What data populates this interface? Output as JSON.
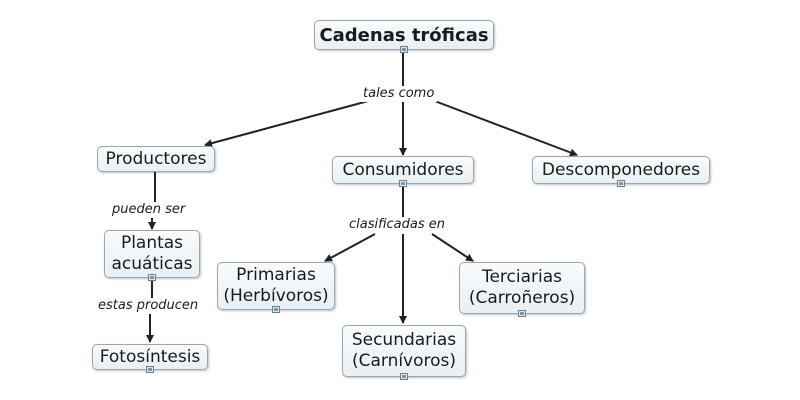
{
  "concept_map": {
    "root": "Cadenas tróficas",
    "links": {
      "root_to_categories": "tales como",
      "producers_to_plants": "pueden ser",
      "plants_to_photosynthesis": "estas producen",
      "consumers_to_types": "clasificadas en"
    },
    "nodes": {
      "productores": "Productores",
      "consumidores": "Consumidores",
      "descomponedores": "Descomponedores",
      "plantas": "Plantas\nacuáticas",
      "fotosintesis": "Fotosíntesis",
      "primarias": "Primarias\n(Herbívoros)",
      "secundarias": "Secundarias\n(Carnívoros)",
      "terciarias": "Terciarias\n(Carroñeros)"
    }
  },
  "colors": {
    "node_border": "#9aa6ad",
    "node_fill": "#eef3f6",
    "edge": "#222222"
  }
}
